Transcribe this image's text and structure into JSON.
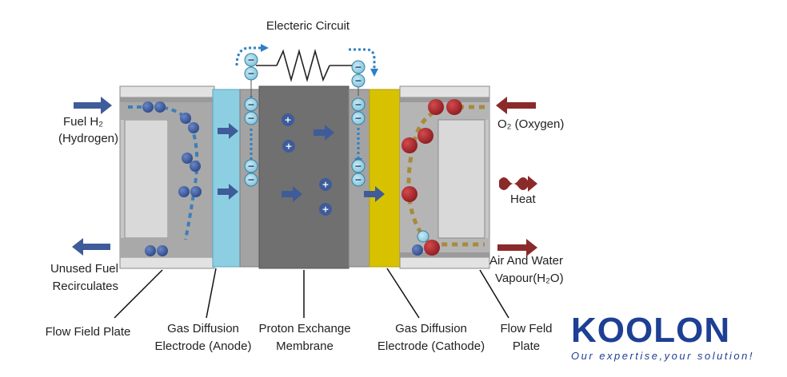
{
  "circuit": {
    "label": "Electeric Circuit"
  },
  "inputs": {
    "fuel_line1": "Fuel H₂",
    "fuel_line2": "(Hydrogen)",
    "oxygen": "O₂ (Oxygen)",
    "heat": "Heat"
  },
  "outputs": {
    "unused_line1": "Unused Fuel",
    "unused_line2": "Recirculates",
    "water_line1": "Air And Water",
    "water_line2": "Vapour(H₂O)"
  },
  "components": {
    "flow_plate_left": "Flow Field Plate",
    "anode_line1": "Gas Diffusion",
    "anode_line2": "Electrode (Anode)",
    "pem_line1": "Proton Exchange",
    "pem_line2": "Membrane",
    "cathode_line1": "Gas Diffusion",
    "cathode_line2": "Electrode (Cathode)",
    "flow_plate_right_line1": "Flow Feld",
    "flow_plate_right_line2": "Plate"
  },
  "symbols": {
    "electron": "−",
    "proton": "+"
  },
  "brand": {
    "name": "KOOLON",
    "tagline": "Our expertise,your solution!"
  },
  "colors": {
    "hydrogen": "#3b5a9c",
    "oxygen": "#a8282c",
    "anode": "#8ccfe2",
    "cathode": "#d8c200",
    "membrane": "#707070",
    "plate": "#c4c4c4",
    "arrow_blue": "#3e5c99",
    "arrow_red": "#8b2a2a",
    "brand": "#1d3f94"
  }
}
